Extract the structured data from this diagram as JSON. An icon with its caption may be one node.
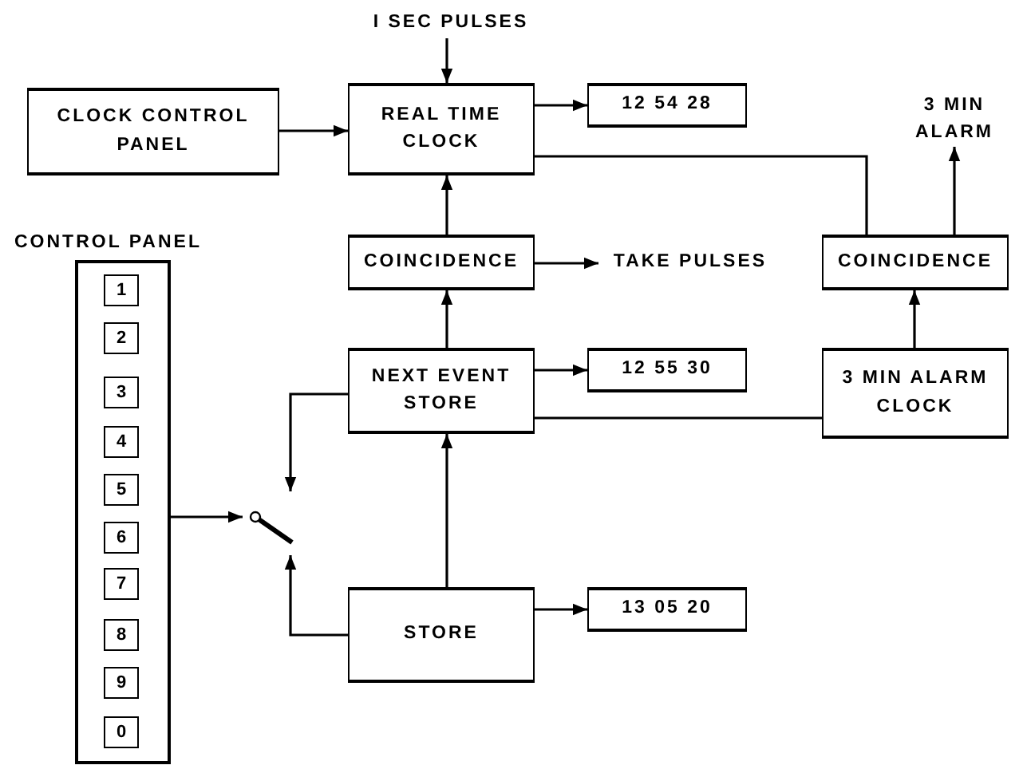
{
  "diagram": {
    "nodes": [
      {
        "text": [
          "I SEC PULSES"
        ]
      },
      {
        "text": [
          "CLOCK CONTROL PANEL"
        ]
      },
      {
        "text": [
          "REAL TIME CLOCK"
        ]
      },
      {
        "text": [
          "12 54 28"
        ]
      },
      {
        "text": [
          "3 MIN ALARM"
        ]
      },
      {
        "text": [
          "COINCIDENCE"
        ]
      },
      {
        "text": [
          "TAKE PULSES"
        ]
      },
      {
        "text": [
          "COINCIDENCE"
        ]
      },
      {
        "text": [
          "CONTROL PANEL"
        ]
      },
      {
        "text": [
          "1"
        ],
        "in": 8
      },
      {
        "text": [
          "2"
        ],
        "in": 8
      },
      {
        "text": [
          "3"
        ],
        "in": 8
      },
      {
        "text": [
          "4"
        ],
        "in": 8
      },
      {
        "text": [
          "5"
        ],
        "in": 8
      },
      {
        "text": [
          "6"
        ],
        "in": 8
      },
      {
        "text": [
          "7"
        ],
        "in": 8
      },
      {
        "text": [
          "8"
        ],
        "in": 8
      },
      {
        "text": [
          "9"
        ],
        "in": 8
      },
      {
        "text": [
          "0"
        ],
        "in": 8
      },
      {
        "text": [
          "NEXT EVENT STORE"
        ]
      },
      {
        "text": [
          "12 55 30"
        ]
      },
      {
        "text": [
          "3 MIN ALARM CLOCK"
        ]
      },
      {
        "text": [],
        "shape": "switch"
      },
      {
        "text": [
          "STORE"
        ]
      },
      {
        "text": [
          "13 05 20"
        ]
      }
    ],
    "edges": [
      {
        "from": 0,
        "to": 2,
        "arrow": "to"
      },
      {
        "from": 1,
        "to": 2,
        "arrow": "to"
      },
      {
        "from": 2,
        "to": 3,
        "arrow": "to"
      },
      {
        "from": 2,
        "to": 7,
        "arrow": "none"
      },
      {
        "from": 7,
        "to": 4,
        "arrow": "to"
      },
      {
        "from": 5,
        "to": 2,
        "arrow": "to"
      },
      {
        "from": 5,
        "to": 6,
        "arrow": "to"
      },
      {
        "from": 19,
        "to": 5,
        "arrow": "to"
      },
      {
        "from": 19,
        "to": 20,
        "arrow": "to"
      },
      {
        "from": 19,
        "to": 21,
        "arrow": "none"
      },
      {
        "from": 21,
        "to": 7,
        "arrow": "to"
      },
      {
        "from": 19,
        "to": 22,
        "arrow": "to"
      },
      {
        "from": 23,
        "to": 22,
        "arrow": "to"
      },
      {
        "from": 8,
        "to": 22,
        "arrow": "to"
      },
      {
        "from": 23,
        "to": 19,
        "arrow": "to"
      },
      {
        "from": 23,
        "to": 24,
        "arrow": "to"
      }
    ]
  }
}
